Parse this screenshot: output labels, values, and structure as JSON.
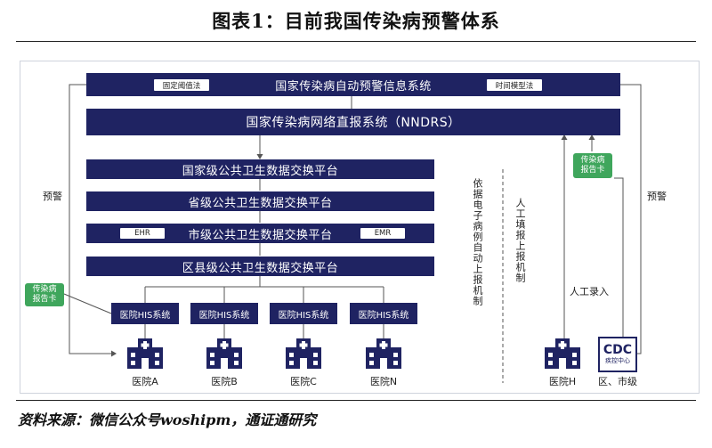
{
  "title": "图表1：目前我国传染病预警体系",
  "source": "资料来源：微信公众号woshipm，通证通研究",
  "diagram": {
    "top_bar": {
      "label": "国家传染病自动预警信息系统",
      "left_tag": "固定阈值法",
      "right_tag": "时间模型法"
    },
    "nndrs_bar": "国家传染病网络直报系统（NNDRS）",
    "platforms": [
      "国家级公共卫生数据交换平台",
      "省级公共卫生数据交换平台",
      "市级公共卫生数据交换平台",
      "区县级公共卫生数据交换平台"
    ],
    "city_tags": {
      "left": "EHR",
      "right": "EMR"
    },
    "his_systems": [
      "医院HIS系统",
      "医院HIS系统",
      "医院HIS系统",
      "医院HIS系统"
    ],
    "hospitals": [
      "医院A",
      "医院B",
      "医院C",
      "医院N"
    ],
    "hospital_h": "医院H",
    "cdc": {
      "logo": "CDC",
      "sub": "疾控中心",
      "caption": "区、市级"
    },
    "left_label": "预警",
    "right_label": "预警",
    "auto_mechanism": "依据电子病例自动上报机制",
    "manual_mechanism": "人工填报上报机制",
    "manual_entry": "人工录入",
    "report_card_left": "传染病\n报告卡",
    "report_card_right": "传染病\n报告卡",
    "colors": {
      "bar": "#1f2362",
      "card": "#3fa65c",
      "line": "#555555"
    }
  }
}
